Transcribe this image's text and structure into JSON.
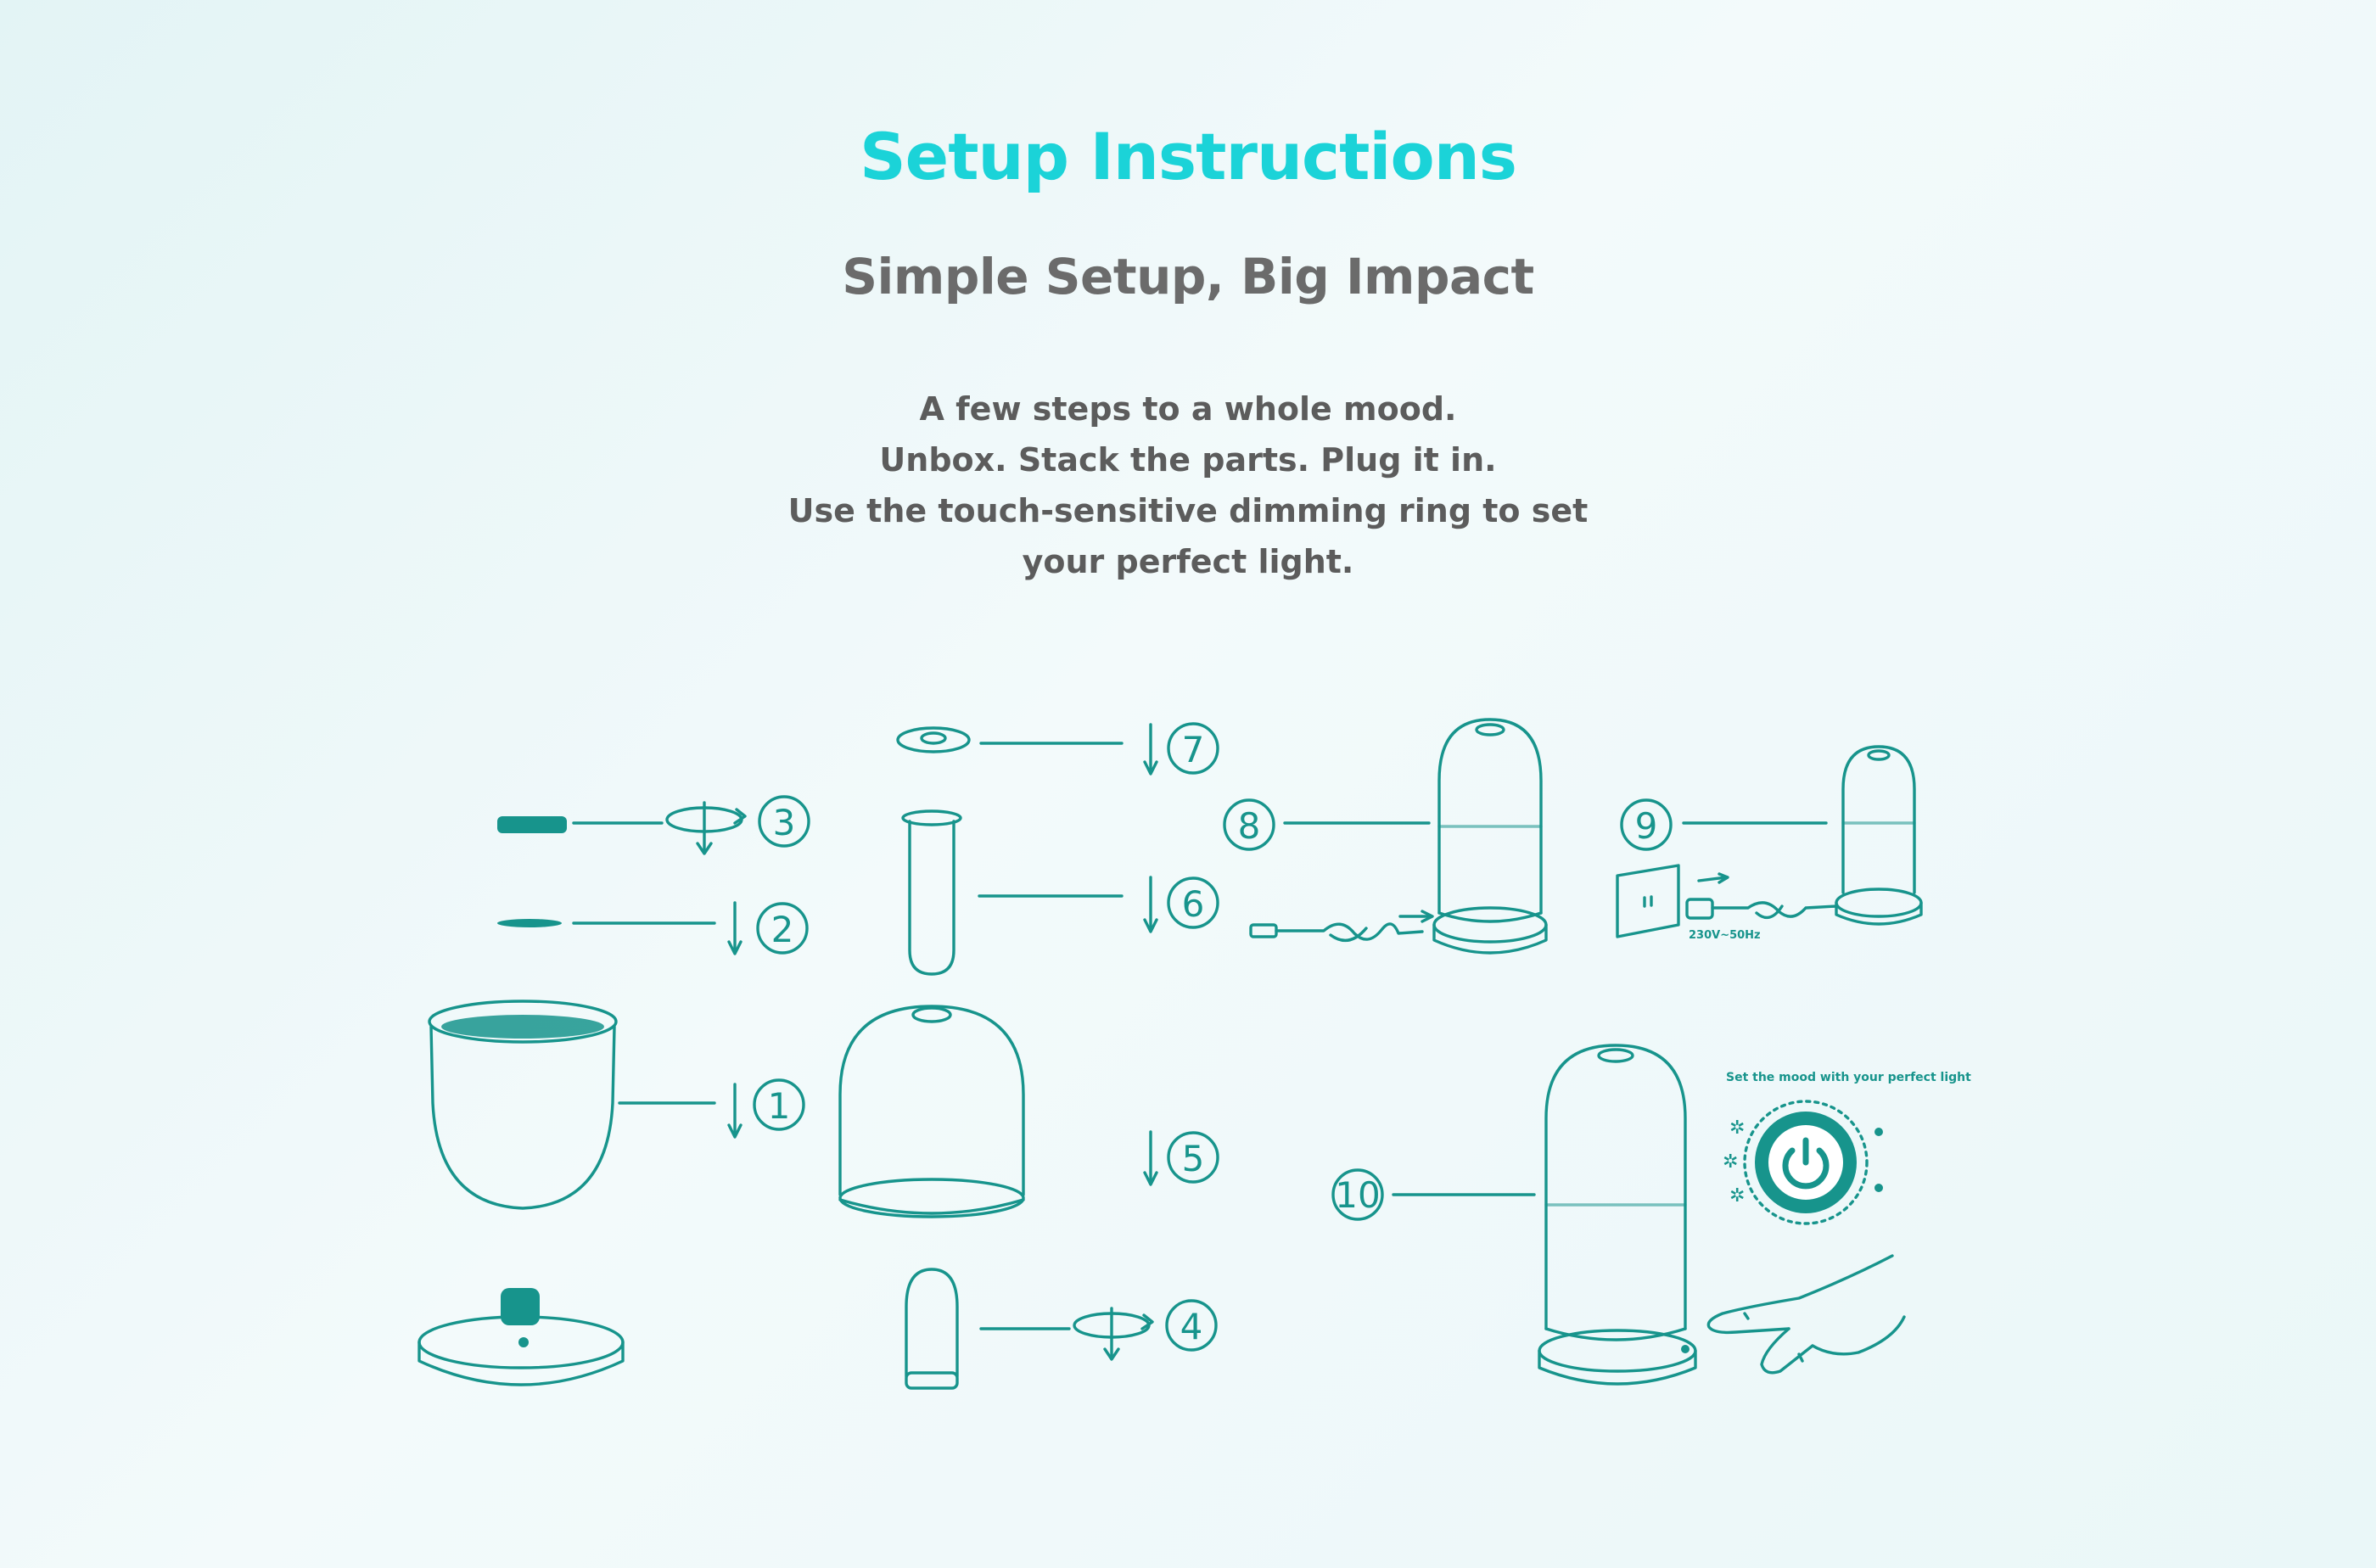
{
  "header": {
    "title": "Setup Instructions",
    "subtitle": "Simple Setup, Big Impact"
  },
  "intro_lines": [
    "A few steps to a whole mood.",
    "Unbox. Stack the parts. Plug it in.",
    "Use the touch-sensitive dimming ring to set",
    "your perfect light."
  ],
  "steps": [
    "1",
    "2",
    "3",
    "4",
    "5",
    "6",
    "7",
    "8",
    "9",
    "10"
  ],
  "labels": {
    "voltage": "230V~50Hz",
    "mood": "Set the mood with your perfect light"
  },
  "colors": {
    "title": "#1bd3d8",
    "subtitle": "#6b6b6b",
    "body": "#5c5c5c",
    "line_art": "#17948c",
    "background": "#eef9f9"
  },
  "icons": [
    "power-icon",
    "sun-icon",
    "rotate-arrow-icon",
    "down-arrow-icon"
  ]
}
